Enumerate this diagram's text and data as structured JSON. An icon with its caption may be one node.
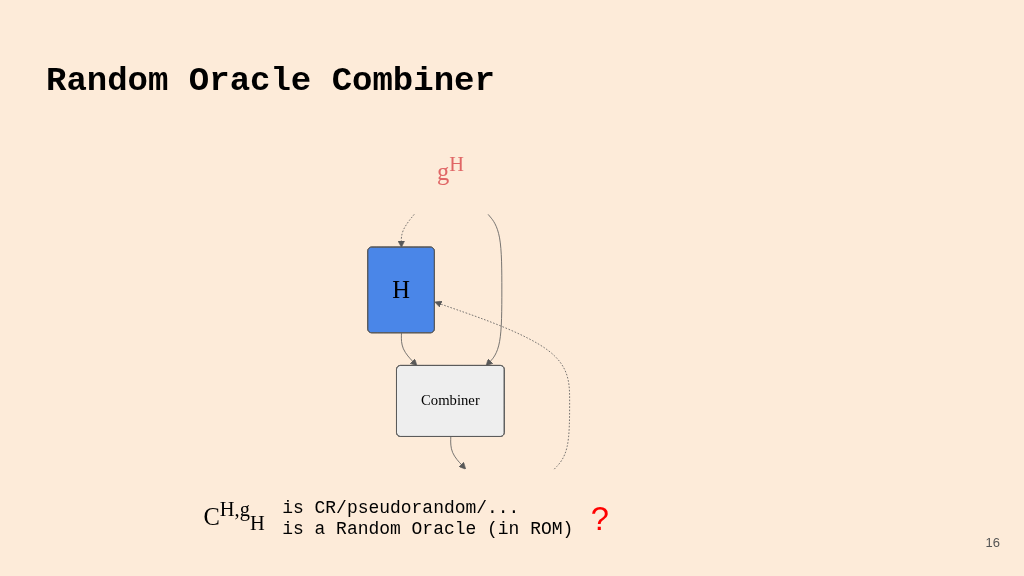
{
  "diagram": {
    "title": "Random Oracle Combiner",
    "nodes": [
      {
        "text": [
          "H"
        ]
      },
      {
        "text": [
          "g$^{H}$"
        ]
      },
      {
        "text": [
          "Combiner"
        ]
      },
      {
        "text": [
          "C$^{H,g}$$_{H}$"
        ],
        "beside": [
          "is CR/pseudorandom/...",
          "is a Random Oracle (in ROM)",
          "?"
        ]
      }
    ],
    "edges": [
      {
        "from": 1,
        "to": 0,
        "arrow": "to",
        "style": "dashed"
      },
      {
        "from": 0,
        "to": 2,
        "arrow": "to"
      },
      {
        "from": 1,
        "to": 2,
        "arrow": "to"
      },
      {
        "from": 2,
        "to": 3,
        "arrow": "to"
      },
      {
        "from": 3,
        "to": 0,
        "arrow": "to",
        "style": "dashed"
      }
    ],
    "labels": [
      "16"
    ]
  }
}
